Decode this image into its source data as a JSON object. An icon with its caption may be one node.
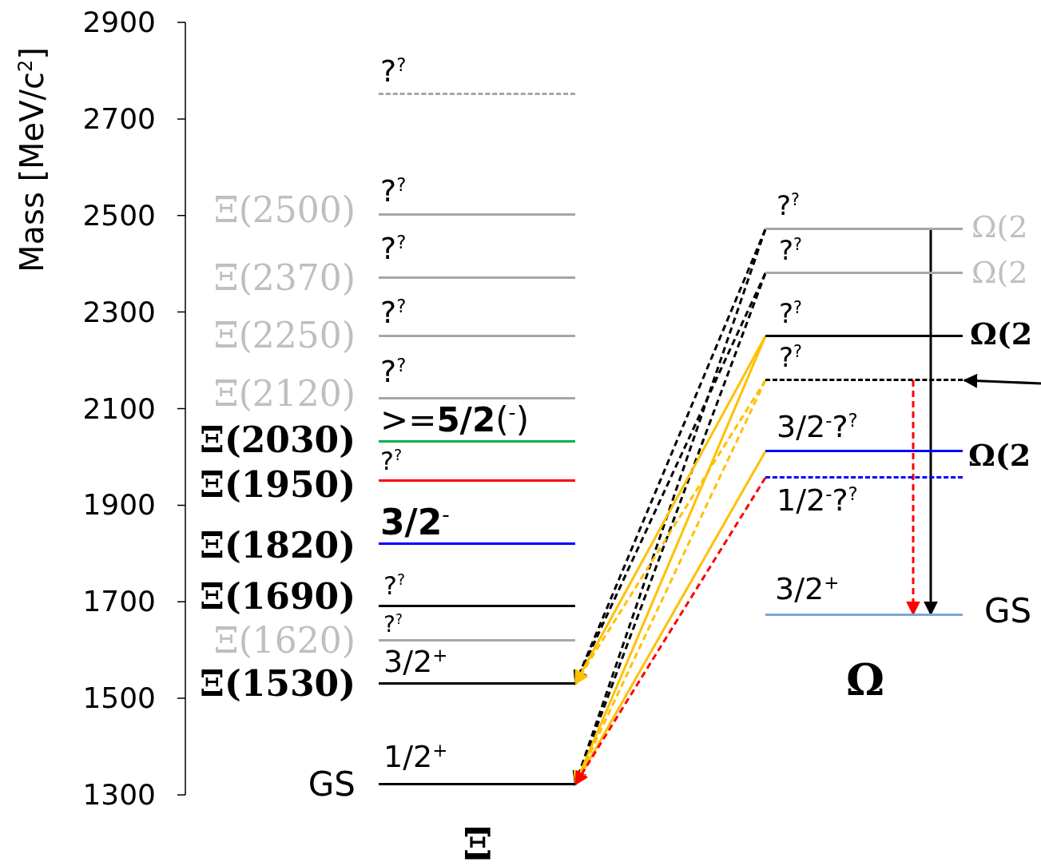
{
  "diagram": {
    "nodes": [
      {
        "text": [
          "?$^{?}$"
        ]
      },
      {
        "text": [
          "Ξ(2500)",
          "?$^{?}$"
        ]
      },
      {
        "text": [
          "Ξ(2370)",
          "?$^{?}$"
        ]
      },
      {
        "text": [
          "Ξ(2250)",
          "?$^{?}$"
        ]
      },
      {
        "text": [
          "Ξ(2120)",
          "?$^{?}$"
        ]
      },
      {
        "text": [
          "Ξ(2030)",
          ">=**5/2**($^{-}$)"
        ]
      },
      {
        "text": [
          "Ξ(1950)",
          "?$^{?}$"
        ]
      },
      {
        "text": [
          "Ξ(1820)",
          "**3/2**$^{-}$"
        ]
      },
      {
        "text": [
          "Ξ(1690)",
          "?$^{?}$"
        ]
      },
      {
        "text": [
          "Ξ(1620)",
          "?$^{?}$"
        ]
      },
      {
        "text": [
          "Ξ(1530)",
          "3/2$^{+}$"
        ]
      },
      {
        "text": [
          "GS",
          "1/2$^{+}$"
        ]
      },
      {
        "text": [
          "?$^{?}$",
          "Ω(2"
        ]
      },
      {
        "text": [
          "?$^{?}$",
          "Ω(2"
        ]
      },
      {
        "text": [
          "?$^{?}$",
          "Ω(2"
        ]
      },
      {
        "text": [
          "?$^{?}$"
        ]
      },
      {
        "text": [
          "3/2$^{-}$?$^{?}$",
          "Ω(2"
        ]
      },
      {
        "text": [
          "1/2$^{-}$?$^{?}$"
        ]
      },
      {
        "text": [
          "3/2$^{+}$",
          "GS"
        ]
      }
    ],
    "edges": [
      {
        "from": 12,
        "to": 10,
        "arrow": "to",
        "style": "dashed"
      },
      {
        "from": 12,
        "to": 11,
        "arrow": "to",
        "style": "dashed"
      },
      {
        "from": 13,
        "to": 10,
        "arrow": "to",
        "style": "dashed"
      },
      {
        "from": 13,
        "to": 11,
        "arrow": "to",
        "style": "dashed"
      },
      {
        "from": 14,
        "to": 10,
        "arrow": "to",
        "color": "#ffc000"
      },
      {
        "from": 14,
        "to": 11,
        "arrow": "to",
        "color": "#ffc000"
      },
      {
        "from": 15,
        "to": 10,
        "arrow": "to",
        "style": "dashed",
        "color": "#ffc000"
      },
      {
        "from": 15,
        "to": 11,
        "arrow": "to",
        "style": "dashed",
        "color": "#ffc000"
      },
      {
        "from": 16,
        "to": 11,
        "arrow": "to",
        "color": "#ffc000"
      },
      {
        "from": 17,
        "to": 11,
        "arrow": "to",
        "style": "dashed",
        "color": "#ff0000"
      },
      {
        "from": 15,
        "to": 18,
        "arrow": "to",
        "style": "dashed",
        "color": "#ff0000"
      },
      {
        "from": 12,
        "to": 18,
        "arrow": "to"
      },
      {
        "from": null,
        "to": 15,
        "arrow": "to"
      }
    ],
    "labels": [
      "Mass [MeV/c$^{2}$]",
      "2900",
      "2700",
      "2500",
      "2300",
      "2100",
      "1900",
      "1700",
      "1500",
      "1300",
      "Ω",
      "Ξ"
    ]
  }
}
